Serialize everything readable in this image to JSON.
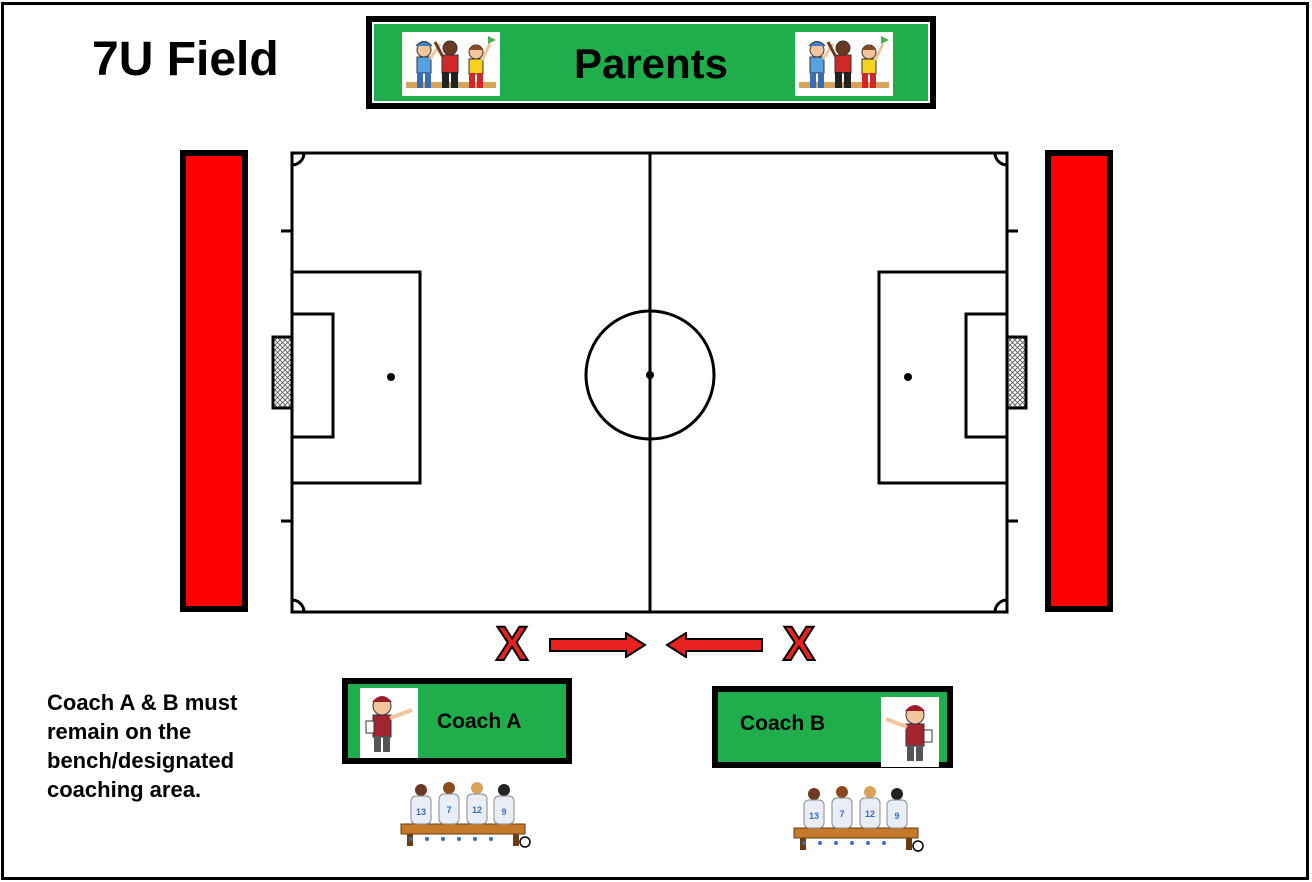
{
  "title": "7U Field",
  "parents_label": "Parents",
  "coach_a_label": "Coach A",
  "coach_b_label": "Coach B",
  "note_lines": [
    "Coach A & B must",
    "remain on the",
    "bench/designated",
    "coaching area."
  ],
  "bench_numbers": [
    "13",
    "7",
    "12",
    "9"
  ],
  "marker_symbol": "X",
  "colors": {
    "box_green": "#1fae4b",
    "sideline_red": "#ff0000",
    "marker_red": "#e8231f",
    "outline": "#000000"
  },
  "icons": {
    "parents_image": "cheering-fans-icon",
    "coach_image": "coach-icon",
    "bench_image": "players-bench-icon",
    "arrow": "arrow-icon"
  }
}
